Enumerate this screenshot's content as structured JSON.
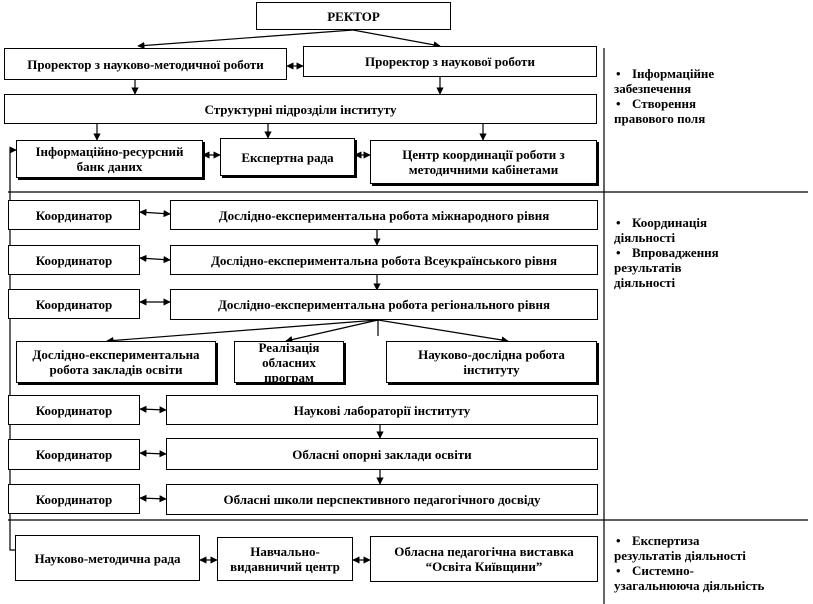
{
  "top": {
    "rector": "РЕКТОР"
  },
  "prorectors": {
    "scientific_methodical": "Проректор з науково-методичної роботи",
    "scientific": "Проректор з наукової роботи"
  },
  "structural_units": "Структурні підрозділи інституту",
  "units": {
    "info_bank_line1": "Інформаційно-ресурсний",
    "info_bank_line2": "банк даних",
    "expert_council": "Експертна рада",
    "coord_center_line1": "Центр координації роботи з",
    "coord_center_line2": "методичними кабінетами"
  },
  "coordinator_label": "Координатор",
  "experimental": {
    "international": "Дослідно-експериментальна робота міжнародного рівня",
    "national": "Дослідно-експериментальна робота Всеукраїнського рівня",
    "regional": "Дослідно-експериментальна робота регіонального рівня"
  },
  "regional_sub": {
    "schools_line1": "Дослідно-експериментальна",
    "schools_line2": "робота закладів освіти",
    "programs_line1": "Реалізація",
    "programs_line2": "обласних програм",
    "research_line1": "Науково-дослідна робота",
    "research_line2": "інституту"
  },
  "lower": {
    "labs": "Наукові лабораторії інституту",
    "support_schools": "Обласні опорні заклади освіти",
    "exp_schools": "Обласні школи перспективного педагогічного досвіду"
  },
  "bottom": {
    "method_council": "Науково-методична рада",
    "publishing_line1": "Навчально-",
    "publishing_line2": "видавничий центр",
    "exhibition_line1": "Обласна педагогічна виставка",
    "exhibition_line2": "“Освіта Київщини”"
  },
  "notes": {
    "section1": {
      "item1_line1": "Інформаційне",
      "item1_line2": "забезпечення",
      "item2_line1": "Створення",
      "item2_line2": "правового поля"
    },
    "section2": {
      "item1_line1": "Координація",
      "item1_line2": "діяльності",
      "item2_line1": "Впровадження",
      "item2_line2": "результатів",
      "item2_line3": "діяльності"
    },
    "section3": {
      "item1_line1": "Експертиза",
      "item1_line2": "результатів діяльності",
      "item2_line1": "Системно-",
      "item2_line2": "узагальнююча діяльність"
    }
  }
}
